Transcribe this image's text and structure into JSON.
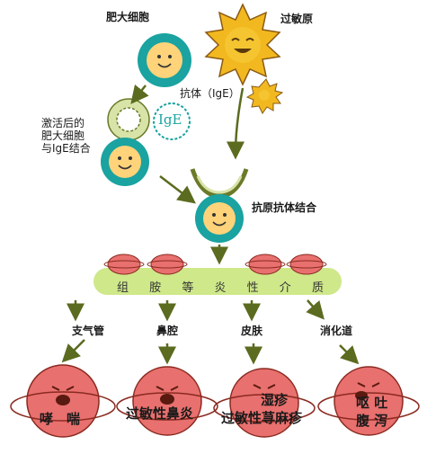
{
  "labels": {
    "mast_cell": "肥大细胞",
    "allergen": "过敏原",
    "antibody": "抗体（IgE）",
    "activated_line1": "激活后的",
    "activated_line2": "肥大细胞",
    "activated_line3": "与IgE结合",
    "ige_badge": "IgE",
    "antigen_antibody": "抗原抗体结合",
    "mediators": [
      "组",
      "胺",
      "等",
      "炎",
      "性",
      "介",
      "质"
    ]
  },
  "targets": [
    {
      "organ": "支气管",
      "symptom": "哮　喘"
    },
    {
      "organ": "鼻腔",
      "symptom": "过敏性鼻炎"
    },
    {
      "organ": "皮肤",
      "symptom_line1": "湿疹",
      "symptom_line2": "过敏性荨麻疹"
    },
    {
      "organ": "消化道",
      "symptom_line1": "呕 吐",
      "symptom_line2": "腹 泻"
    }
  ],
  "colors": {
    "teal": "#1aa3a0",
    "face": "#ffd37a",
    "allergen": "#f2b81f",
    "band": "#cfe88a",
    "red_cell": "#e8706e",
    "arrow": "#5b6b1f"
  }
}
